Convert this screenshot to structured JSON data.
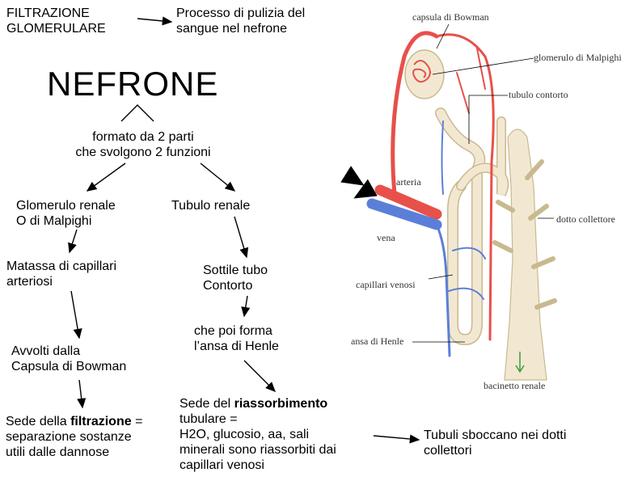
{
  "header": {
    "topic": "FILTRAZIONE\nGLOMERULARE",
    "definition": "Processo di pulizia del\nsangue nel nefrone"
  },
  "main_title": "NEFRONE",
  "subtitle": "formato da 2 parti\nche svolgono 2 funzioni",
  "left_branch": {
    "part": "Glomerulo renale\nO di Malpighi",
    "desc1": "Matassa di capillari\narteriosi",
    "desc2": "Avvolti dalla\nCapsula di Bowman",
    "function_prefix": "Sede della ",
    "function_bold": "filtrazione",
    "function_suffix": " =\nseparazione sostanze\nutili dalle dannose"
  },
  "right_branch": {
    "part": "Tubulo renale",
    "desc1": "Sottile tubo\nContorto",
    "desc2": "che poi forma\nl’ansa di Henle",
    "function_prefix": "Sede del ",
    "function_bold": "riassorbimento",
    "function_suffix": "\ntubulare =\nH2O, glucosio, aa, sali\nminerali sono riassorbiti dai\ncapillari venosi"
  },
  "final_note": "Tubuli sboccano nei dotti\ncollettori",
  "illustration_labels": {
    "capsula": "capsula di Bowman",
    "glomerulo": "glomerulo di Malpighi",
    "tubulo": "tubulo contorto",
    "arteria": "arteria",
    "vena": "vena",
    "dotto": "dotto collettore",
    "capillari": "capillari venosi",
    "ansa": "ansa di Henle",
    "bacinetto": "bacinetto renale"
  },
  "colors": {
    "artery": "#e8504a",
    "vein": "#5b7fd8",
    "tubule": "#f2e8d2",
    "tubule_edge": "#c9b98f",
    "background": "#ffffff"
  }
}
